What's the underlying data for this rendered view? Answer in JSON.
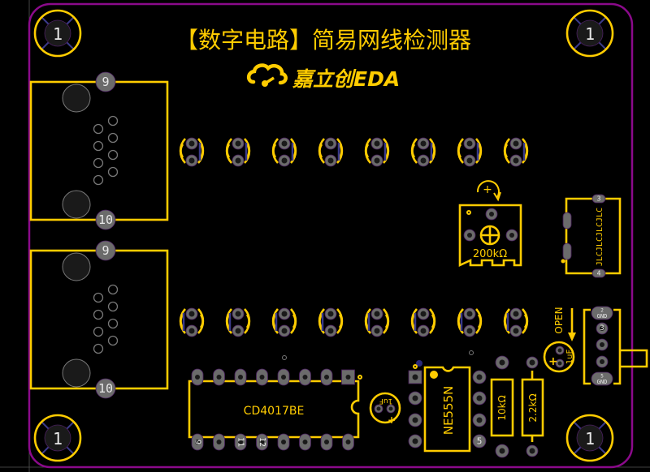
{
  "board": {
    "title": "【数字电路】简易网线检测器",
    "logo_text": "嘉立创EDA",
    "colors": {
      "background": "#000000",
      "board_outline": "#8b0a8b",
      "silkscreen": "#ffcc00",
      "pad": "#6b6b6b",
      "hole": "#1a1a1a",
      "ratline": "#3a3a8a"
    }
  },
  "mounting_holes": [
    {
      "label": "1",
      "corner": "top-left"
    },
    {
      "label": "1",
      "corner": "top-right"
    },
    {
      "label": "1",
      "corner": "bottom-left"
    },
    {
      "label": "1",
      "corner": "bottom-right"
    }
  ],
  "rj45_connectors": [
    {
      "name": "rj45-top",
      "pin_top": "9",
      "pin_bottom": "10"
    },
    {
      "name": "rj45-bottom",
      "pin_top": "9",
      "pin_bottom": "10"
    }
  ],
  "led_rows": {
    "top_count": 8,
    "bottom_count": 8
  },
  "potentiometer": {
    "value": "200kΩ",
    "symbol": "+"
  },
  "battery_connector": {
    "pin_top": "3",
    "pin_bottom": "4",
    "silk": "JLCJLCJLCJLC"
  },
  "switch_header": {
    "pins": [
      {
        "label": "2",
        "sub": "GND"
      },
      {
        "label": "3",
        "sub": ""
      },
      {
        "label": "",
        "sub": ""
      },
      {
        "label": "",
        "sub": ""
      },
      {
        "label": "5",
        "sub": "GND"
      }
    ],
    "open_label": "OPEN"
  },
  "cap_right": {
    "value": "1uF",
    "polarity": "+"
  },
  "cap_left": {
    "value": "1uF",
    "polarity": "+"
  },
  "ic_counter": {
    "part": "CD4017BE",
    "bottom_labels": [
      "9",
      "",
      "11",
      "12",
      "",
      "",
      "",
      ""
    ]
  },
  "ic_timer": {
    "part": "NE555N",
    "pin_label": "5"
  },
  "resistors": [
    {
      "value": "10kΩ"
    },
    {
      "value": "2.2kΩ"
    }
  ]
}
